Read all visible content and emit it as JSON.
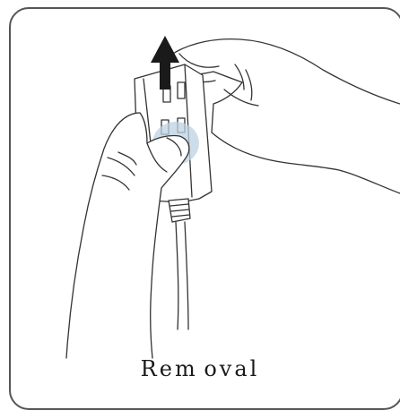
{
  "figure": {
    "caption": "Rem oval",
    "illustration": "hands-removing-plug-from-outlet-adapter",
    "arrow_direction": "up",
    "colors": {
      "frame": "#555555",
      "line": "#333333",
      "arrow": "#1a1a1a",
      "press_highlight": "#bcd3e3"
    }
  }
}
